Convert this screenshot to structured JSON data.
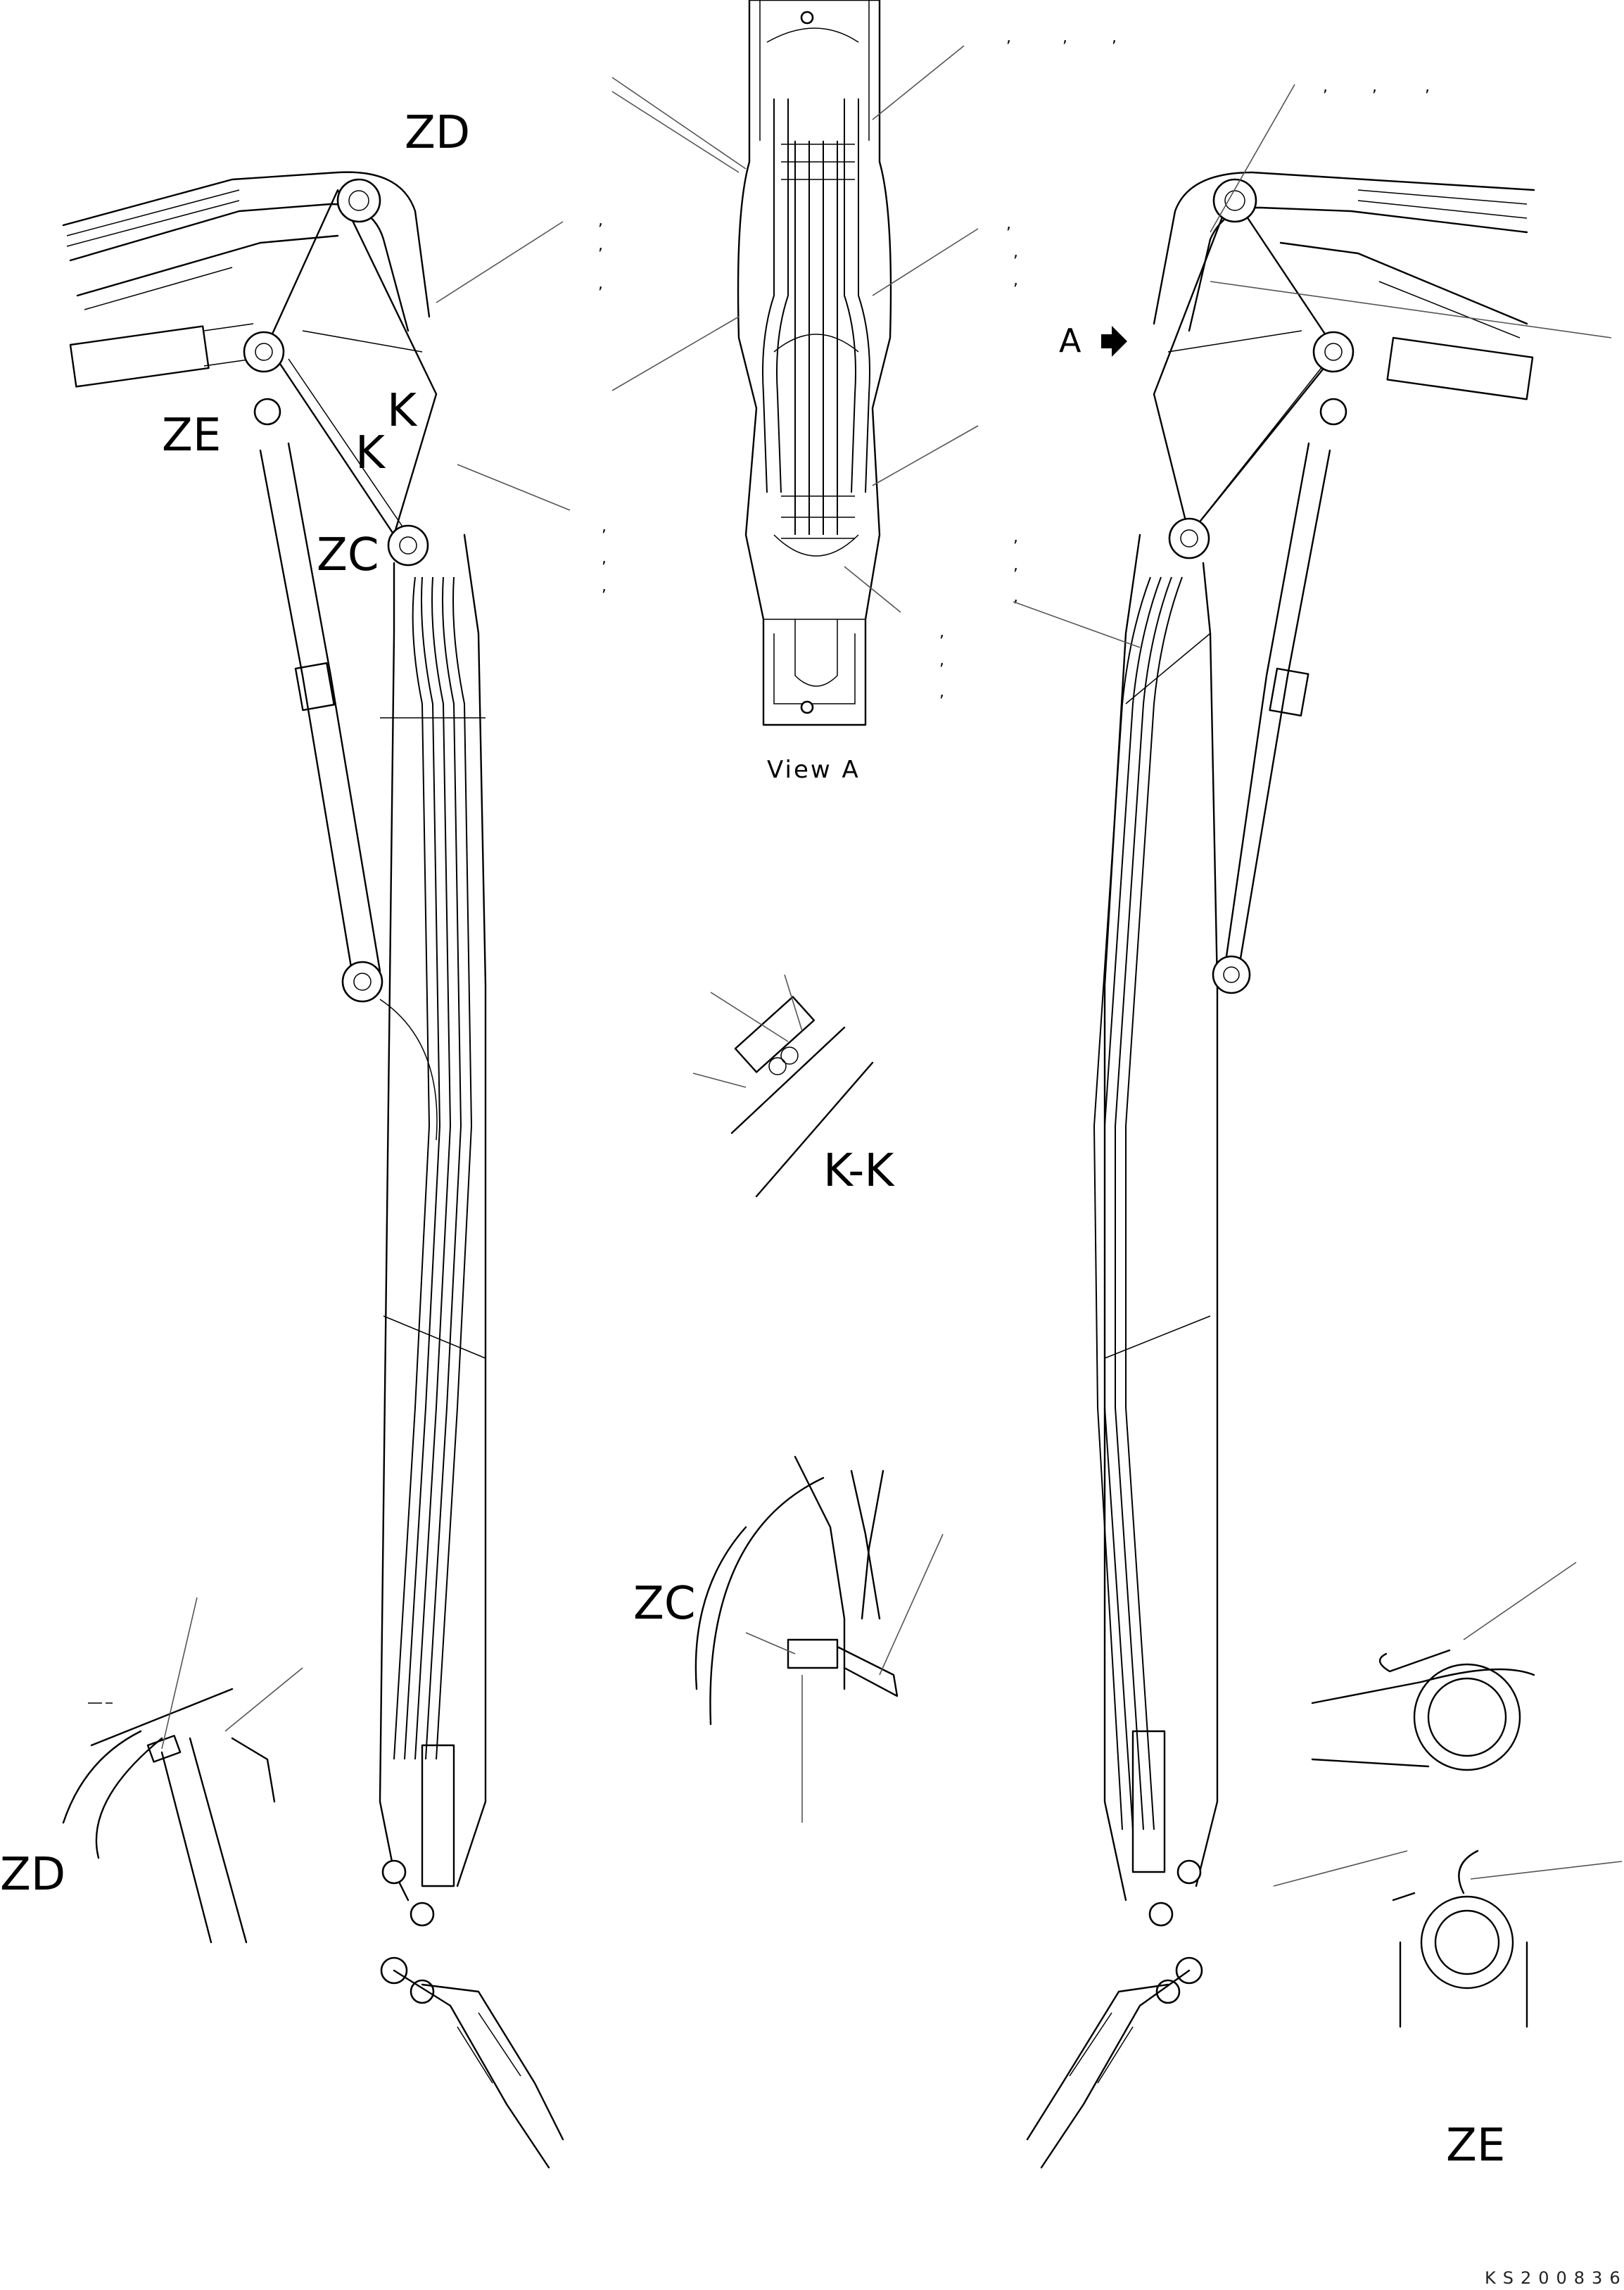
{
  "labels": {
    "zd_top": "ZD",
    "ze_left": "ZE",
    "k1": "K",
    "k2": "K",
    "zc_left": "ZC",
    "view_a_title": "View A",
    "a_arrow": "A",
    "kk_title": "K-K",
    "zc_detail": "ZC",
    "zd_detail": "ZD",
    "ze_detail": "ZE",
    "drawing_code": "KS200836"
  }
}
